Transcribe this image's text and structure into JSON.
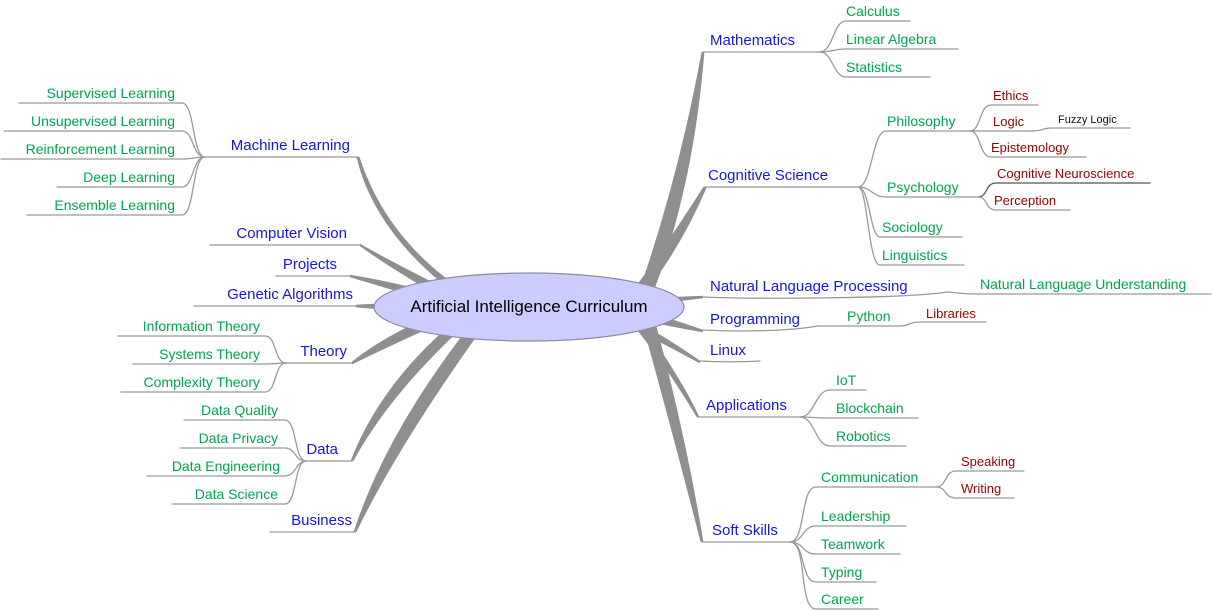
{
  "root": {
    "label": "Artificial Intelligence Curriculum"
  },
  "colors": {
    "root_fill": "#ccccff",
    "root_stroke": "#8a8aa0",
    "branch_gray": "#8f8f8f",
    "connector_gray": "#999999",
    "level1_blue": "#1515e8",
    "level2_green": "#00a550",
    "level3_darkred": "#990000",
    "level4_black": "#111111"
  },
  "right": [
    {
      "label": "Mathematics",
      "children": [
        {
          "label": "Calculus"
        },
        {
          "label": "Linear Algebra"
        },
        {
          "label": "Statistics"
        }
      ]
    },
    {
      "label": "Cognitive Science",
      "children": [
        {
          "label": "Philosophy",
          "children": [
            {
              "label": "Ethics"
            },
            {
              "label": "Logic",
              "children": [
                {
                  "label": "Fuzzy Logic"
                }
              ]
            },
            {
              "label": "Epistemology"
            }
          ]
        },
        {
          "label": "Psychology",
          "children": [
            {
              "label": "Cognitive Neuroscience"
            },
            {
              "label": "Perception"
            }
          ]
        },
        {
          "label": "Sociology"
        },
        {
          "label": "Linguistics"
        }
      ]
    },
    {
      "label": "Natural Language Processing",
      "children": [
        {
          "label": "Natural Language Understanding"
        }
      ]
    },
    {
      "label": "Programming",
      "children": [
        {
          "label": "Python",
          "children": [
            {
              "label": "Libraries"
            }
          ]
        }
      ]
    },
    {
      "label": "Linux"
    },
    {
      "label": "Applications",
      "children": [
        {
          "label": "IoT"
        },
        {
          "label": "Blockchain"
        },
        {
          "label": "Robotics"
        }
      ]
    },
    {
      "label": "Soft Skills",
      "children": [
        {
          "label": "Communication",
          "children": [
            {
              "label": "Speaking"
            },
            {
              "label": "Writing"
            }
          ]
        },
        {
          "label": "Leadership"
        },
        {
          "label": "Teamwork"
        },
        {
          "label": "Typing"
        },
        {
          "label": "Career"
        }
      ]
    }
  ],
  "left": [
    {
      "label": "Machine Learning",
      "children": [
        {
          "label": "Supervised Learning"
        },
        {
          "label": "Unsupervised Learning"
        },
        {
          "label": "Reinforcement Learning"
        },
        {
          "label": "Deep Learning"
        },
        {
          "label": "Ensemble Learning"
        }
      ]
    },
    {
      "label": "Computer Vision"
    },
    {
      "label": "Projects"
    },
    {
      "label": "Genetic Algorithms"
    },
    {
      "label": "Theory",
      "children": [
        {
          "label": "Information Theory"
        },
        {
          "label": "Systems Theory"
        },
        {
          "label": "Complexity Theory"
        }
      ]
    },
    {
      "label": "Data",
      "children": [
        {
          "label": "Data Quality"
        },
        {
          "label": "Data Privacy"
        },
        {
          "label": "Data Engineering"
        },
        {
          "label": "Data Science"
        }
      ]
    },
    {
      "label": "Business"
    }
  ]
}
